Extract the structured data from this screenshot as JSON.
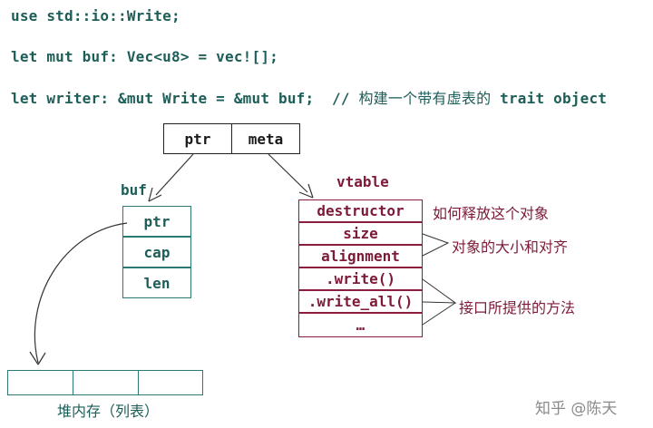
{
  "code": {
    "line1": "use std::io::Write;",
    "line2": "let mut buf: Vec<u8> = vec![];",
    "line3_code": "let writer: &mut Write = &mut buf;  // ",
    "line3_comment": "构建一个带有虚表的",
    "line3_tail": " trait object"
  },
  "fat_pointer": {
    "ptr": "ptr",
    "meta": "meta"
  },
  "buf": {
    "label": "buf",
    "fields": [
      "ptr",
      "cap",
      "len"
    ]
  },
  "vtable": {
    "label": "vtable",
    "entries": [
      "destructor",
      "size",
      "alignment",
      ".write()",
      ".write_all()",
      "…"
    ]
  },
  "notes": {
    "release": "如何释放这个对象",
    "size_align": "对象的大小和对齐",
    "methods": "接口所提供的方法"
  },
  "heap": {
    "label": "堆内存（列表）"
  },
  "watermark": "知乎 @陈天",
  "colors": {
    "teal": "#1d5e58",
    "maroon": "#7d1a37",
    "black": "#1a1a1a"
  }
}
